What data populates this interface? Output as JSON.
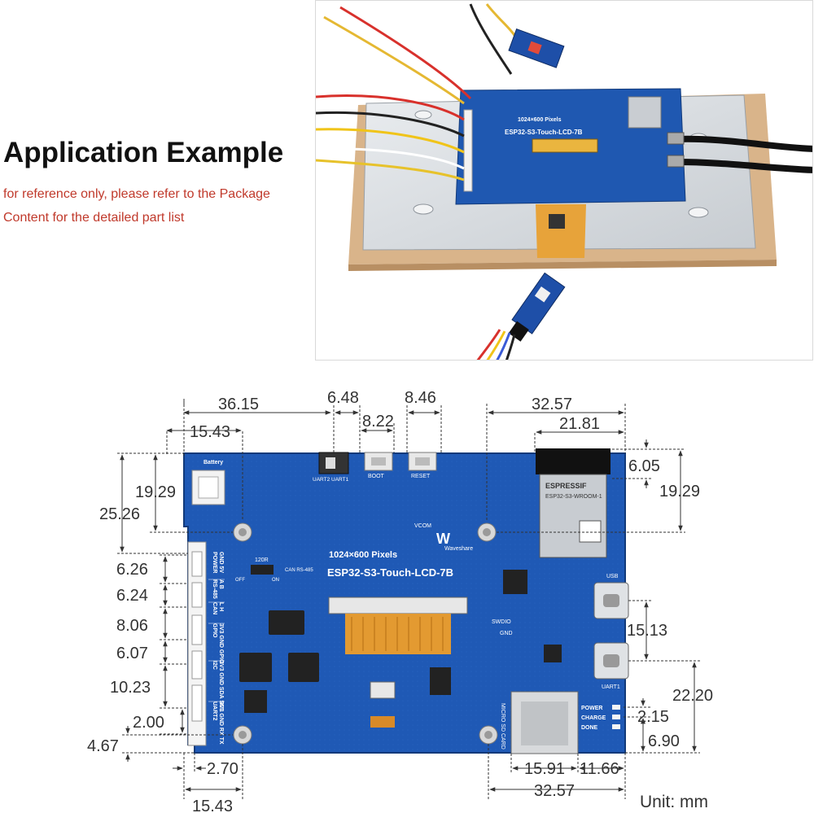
{
  "heading": "Application Example",
  "note": {
    "line1": "for reference only, please refer to the Package",
    "line2": "Content for the detailed part list"
  },
  "photo": {
    "board_resolution": "1024×600 Pixels",
    "board_model": "ESP32-S3-Touch-LCD-7B"
  },
  "board": {
    "resolution": "1024×600 Pixels",
    "model": "ESP32-S3-Touch-LCD-7B",
    "brand": "Waveshare",
    "module": {
      "brand": "ESPRESSIF",
      "name": "ESP32-S3-WROOM-1"
    },
    "labels": {
      "battery": "Battery",
      "uart": "UART2 UART1",
      "boot": "BOOT",
      "reset": "RESET",
      "vcom": "VCOM",
      "r120": "120R",
      "can_rs485": "CAN RS-485",
      "off": "OFF",
      "on": "ON",
      "swdio": "SWDIO",
      "gnd": "GND",
      "usb": "USB",
      "uart1": "UART1",
      "power": "POWER",
      "charge": "CHARGE",
      "done": "DONE",
      "micro_sd": "MICRO SD CARD"
    },
    "connectors": [
      {
        "name": "POWER",
        "pins": "GND 5V"
      },
      {
        "name": "RS-485",
        "pins": "A B"
      },
      {
        "name": "CAN",
        "pins": "L H"
      },
      {
        "name": "GPIO",
        "pins": "3V3 GND GPIO"
      },
      {
        "name": "I2C",
        "pins": "3V3 GND SDA SCL"
      },
      {
        "name": "UART2",
        "pins": "3V3 GND RX TX"
      }
    ]
  },
  "dimensions": {
    "top_left_15_43": "15.43",
    "top_36_15": "36.15",
    "top_6_48": "6.48",
    "top_8_22": "8.22",
    "top_8_46": "8.46",
    "top_32_57": "32.57",
    "top_21_81": "21.81",
    "right_6_05": "6.05",
    "right_19_29": "19.29",
    "left_19_29": "19.29",
    "left_25_26": "25.26",
    "left_6_26": "6.26",
    "left_6_24": "6.24",
    "left_8_06": "8.06",
    "left_6_07": "6.07",
    "left_10_23": "10.23",
    "left_2_00": "2.00",
    "left_4_67": "4.67",
    "bottom_2_70": "2.70",
    "bottom_15_43": "15.43",
    "bottom_15_91": "15.91",
    "bottom_11_66": "11.66",
    "bottom_32_57": "32.57",
    "right_15_13": "15.13",
    "right_22_20": "22.20",
    "right_2_15": "2.15",
    "right_6_90": "6.90"
  },
  "unit": "Unit: mm"
}
